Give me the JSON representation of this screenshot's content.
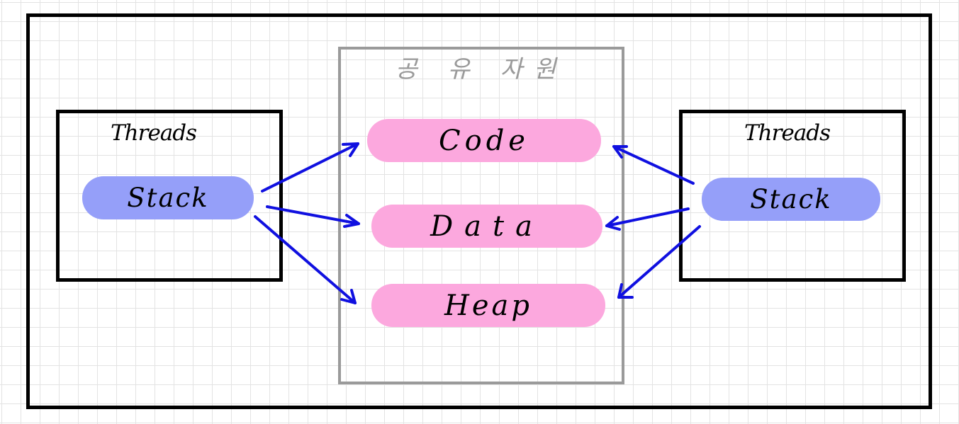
{
  "shared_resources": {
    "title": "공 유 자원",
    "items": [
      {
        "label": "Code"
      },
      {
        "label": "Data"
      },
      {
        "label": "Heap"
      }
    ]
  },
  "threads": [
    {
      "title": "Threads",
      "stack_label": "Stack"
    },
    {
      "title": "Threads",
      "stack_label": "Stack"
    }
  ],
  "colors": {
    "stack_fill": "#959ff9",
    "shared_fill": "#fca8de",
    "arrow": "#1010e0",
    "shared_border": "#9a9a9a",
    "frame_border": "#000000"
  }
}
